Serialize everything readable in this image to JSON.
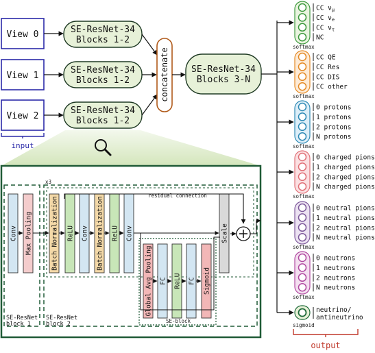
{
  "views": [
    "View 0",
    "View 1",
    "View 2"
  ],
  "input_label": "input",
  "output_label": "output",
  "stage1": {
    "line1": "SE-ResNet-34",
    "line2": "Blocks 1-2"
  },
  "concat": "concatenate",
  "stage2": {
    "line1": "SE-ResNet-34",
    "line2": "Blocks 3-N"
  },
  "heads": [
    {
      "labels": [
        "CC ν_μ",
        "CC ν_e",
        "CC ν_τ",
        "NC"
      ],
      "activation": "softmax",
      "color": "#3f9a3f",
      "fill": "#eaf4e0"
    },
    {
      "labels": [
        "CC QE",
        "CC Res",
        "CC DIS",
        "CC other"
      ],
      "activation": "softmax",
      "color": "#e48a26",
      "fill": "#fdebd7"
    },
    {
      "labels": [
        "0 protons",
        "1 protons",
        "2 protons",
        "N protons"
      ],
      "activation": "softmax",
      "color": "#2f8ab5",
      "fill": "#ddeef8"
    },
    {
      "labels": [
        "0 charged pions",
        "1 charged pions",
        "2 charged pions",
        "N charged pions"
      ],
      "activation": "softmax",
      "color": "#e07178",
      "fill": "#fbe0e2"
    },
    {
      "labels": [
        "0 neutral pions",
        "1 neutral pions",
        "2 neutral pions",
        "N neutral pions"
      ],
      "activation": "softmax",
      "color": "#7e5a9b",
      "fill": "#ece2f2"
    },
    {
      "labels": [
        "0 neutrons",
        "1 neutrons",
        "2 neutrons",
        "N neutrons"
      ],
      "activation": "softmax",
      "color": "#b04aa0",
      "fill": "#f4dff0"
    }
  ],
  "sigmoid_head": {
    "line1": "neutrino/",
    "line2": "antineutrino",
    "activation": "sigmoid",
    "color": "#1f6b3a"
  },
  "detail": {
    "repeat": "x3",
    "residual": "residual connection",
    "block1_layers": [
      "Conv",
      "Max Pooling"
    ],
    "block2_layers": [
      "Batch Normalization",
      "ReLU",
      "Conv",
      "Batch Normalization",
      "ReLU",
      "Conv"
    ],
    "se_layers": [
      "Global Avg Pooling",
      "FC",
      "ReLU",
      "FC",
      "Sigmoid"
    ],
    "scale": "Scale",
    "block1_label": [
      "SE-ResNet",
      "block 1"
    ],
    "block2_label": [
      "SE-ResNet",
      "block 2"
    ],
    "se_block_label": "SE-block"
  },
  "colors": {
    "view_border": "#2b2aa8",
    "stage_fill": "#e7f1d8",
    "stage_border": "#1f3a24",
    "concat_border": "#b05a1a",
    "dashed": "#1f5a36",
    "conv": "#d3e6f2",
    "pool": "#f4cccc",
    "bn": "#f4d9a8",
    "relu": "#c8e6b8",
    "gap": "#f2b7b7",
    "scale": "#d9d9d9",
    "output_red": "#c0392b"
  }
}
